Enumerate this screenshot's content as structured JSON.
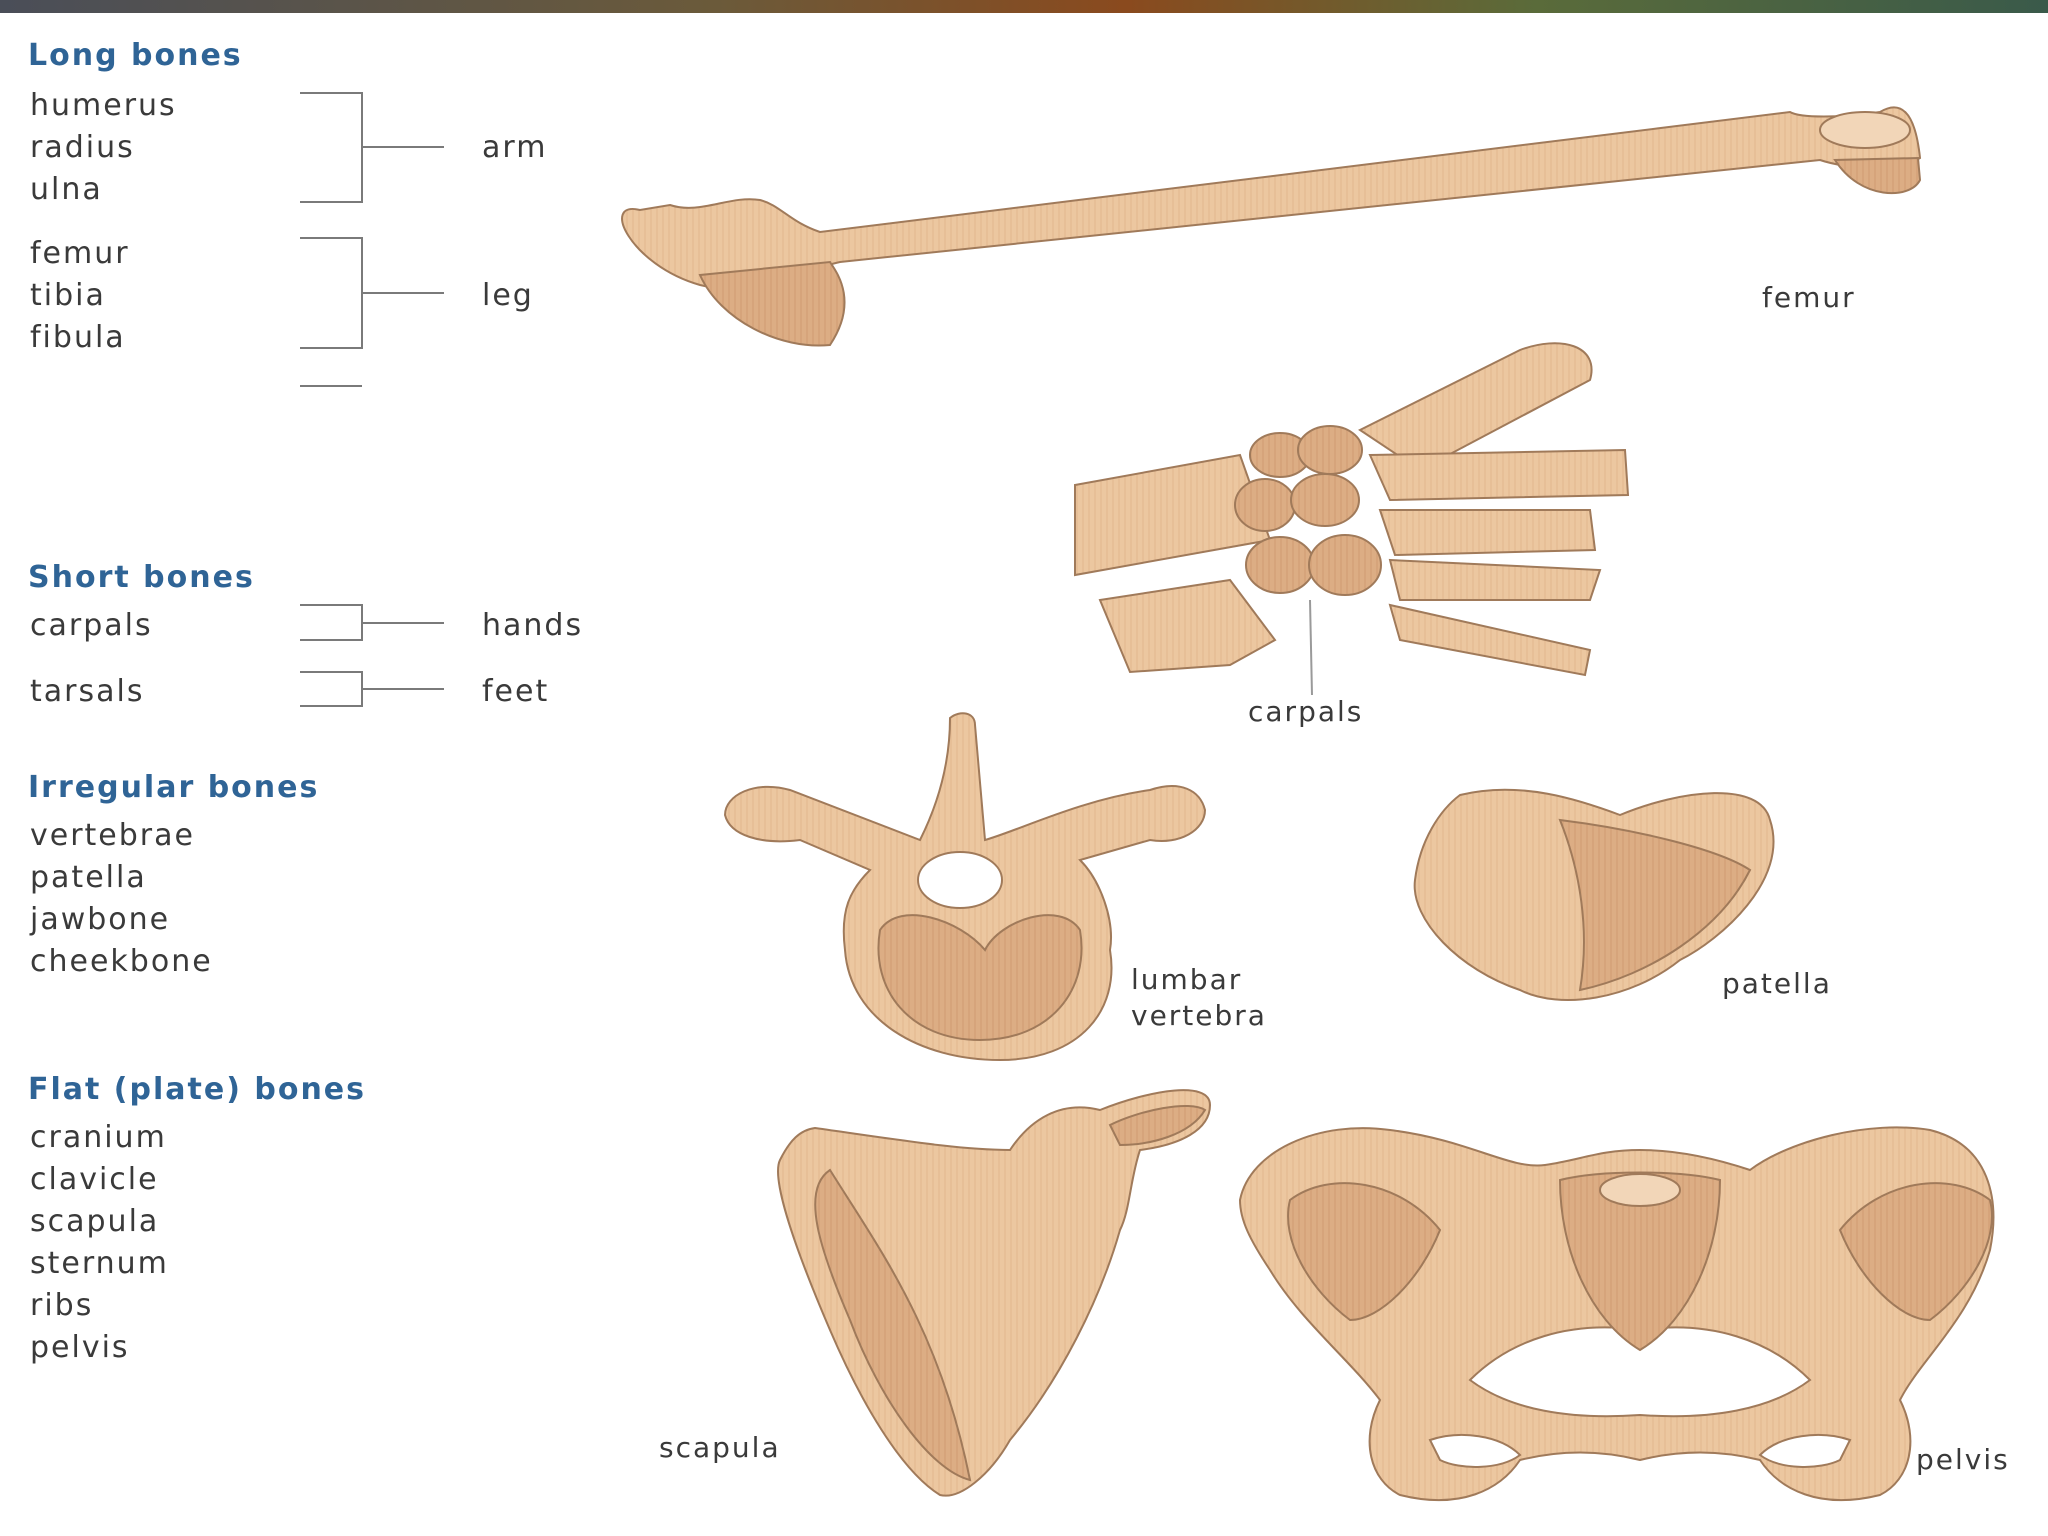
{
  "sections": {
    "long": {
      "title": "Long bones",
      "items": [
        "humerus",
        "radius",
        "ulna",
        "femur",
        "tibia",
        "fibula"
      ],
      "groups": [
        "arm",
        "leg"
      ]
    },
    "short": {
      "title": "Short bones",
      "items": [
        "carpals",
        "tarsals"
      ],
      "groups": [
        "hands",
        "feet"
      ]
    },
    "irregular": {
      "title": "Irregular bones",
      "items": [
        "vertebrae",
        "patella",
        "jawbone",
        "cheekbone"
      ]
    },
    "flat": {
      "title": "Flat (plate) bones",
      "items": [
        "cranium",
        "clavicle",
        "scapula",
        "sternum",
        "ribs",
        "pelvis"
      ]
    }
  },
  "illustrations": {
    "femur": "femur",
    "carpals": "carpals",
    "lumbar_line1": "lumbar",
    "lumbar_line2": "vertebra",
    "patella": "patella",
    "scapula": "scapula",
    "pelvis": "pelvis"
  },
  "colors": {
    "heading": "#2f6496",
    "text": "#3a3a3a",
    "bone_fill": "#ecc7a0",
    "bone_shade": "#d8a77c",
    "bone_outline": "#a07a5a"
  }
}
